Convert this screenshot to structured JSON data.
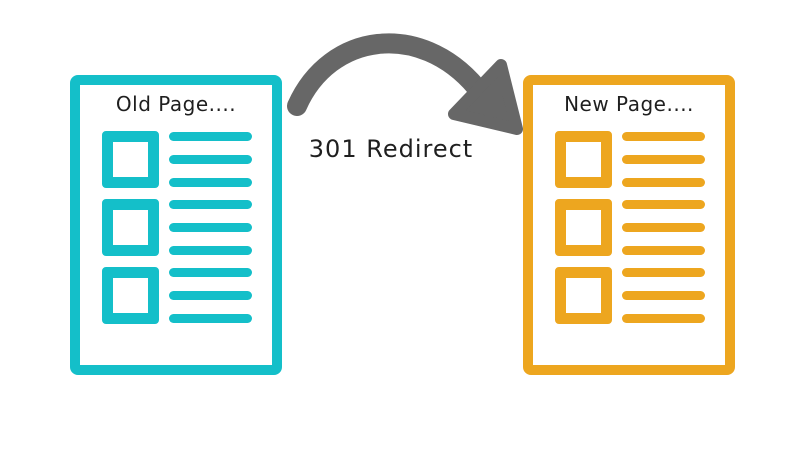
{
  "diagram": {
    "old_page": {
      "title": "Old Page...."
    },
    "new_page": {
      "title": "New Page...."
    },
    "arrow": {
      "label": "301 Redirect"
    }
  },
  "icons": {
    "old_page_rows": "thumbnail-square-with-text-lines",
    "new_page_rows": "thumbnail-square-with-text-lines",
    "arrow": "curved-arrow-right-icon"
  },
  "colors": {
    "old-page": "#14bfc9",
    "new-page": "#eda61f",
    "arrow": "#676767",
    "text": "#1f1f1f",
    "background": "#ffffff"
  }
}
